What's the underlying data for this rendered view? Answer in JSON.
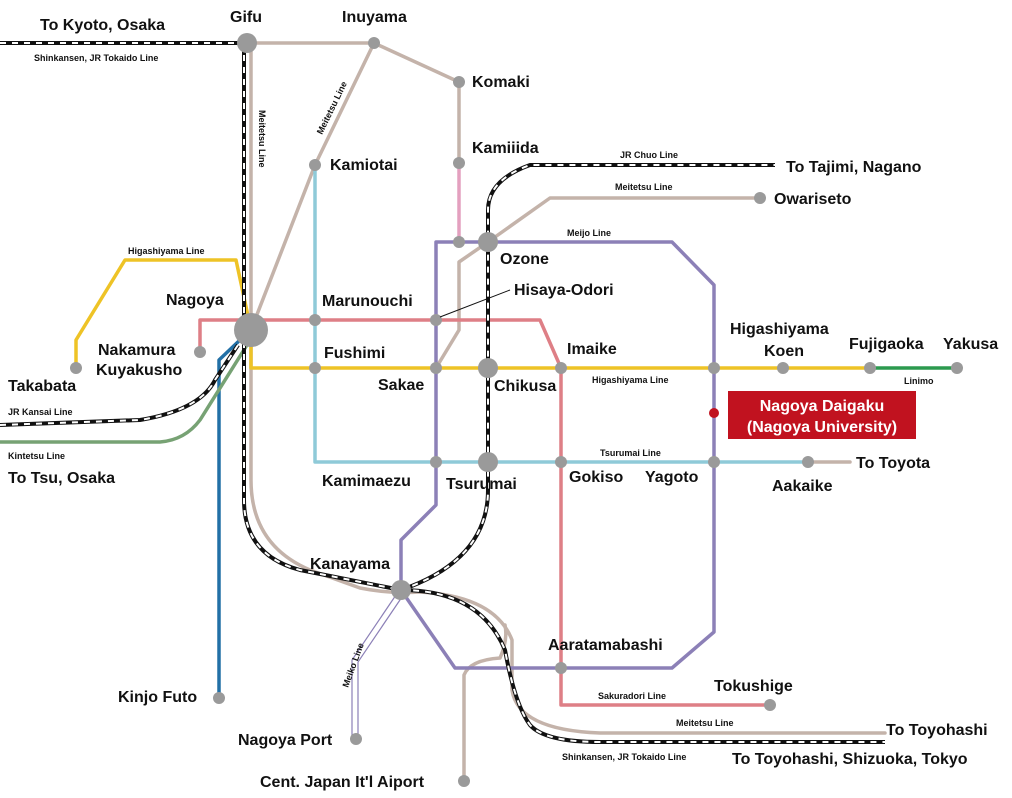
{
  "colors": {
    "meitetsu": "#c4b3aa",
    "higashiyama": "#eec326",
    "tsurumai": "#8fcad8",
    "meijo": "#8c80b7",
    "sakuradori": "#de7f86",
    "kintetsu": "#77a274",
    "aonami": "#2270a6",
    "limimo": "#2c9a4f",
    "komaki": "#e4a0bf",
    "jr": "#111111",
    "station": "#9a9a9a",
    "highlight_bg": "#c1121f",
    "highlight_dot": "#c1121f"
  },
  "stations": {
    "gifu": "Gifu",
    "inuyama": "Inuyama",
    "komaki": "Komaki",
    "kamiiida": "Kamiiida",
    "kamiotai": "Kamiotai",
    "to_kyoto": "To Kyoto, Osaka",
    "to_tajimi": "To Tajimi, Nagano",
    "owariseto": "Owariseto",
    "ozone": "Ozone",
    "hisaya": "Hisaya-Odori",
    "marunouchi": "Marunouchi",
    "nagoya": "Nagoya",
    "nakamura1": "Nakamura",
    "nakamura2": "Kuyakusho",
    "takabata": "Takabata",
    "fushimi": "Fushimi",
    "sakae": "Sakae",
    "chikusa": "Chikusa",
    "imaike": "Imaike",
    "higashiyama1": "Higashiyama",
    "higashiyama2": "Koen",
    "fujigaoka": "Fujigaoka",
    "yakusa": "Yakusa",
    "to_tsu": "To Tsu, Osaka",
    "kamimaezu": "Kamimaezu",
    "tsurumai": "Tsurumai",
    "gokiso": "Gokiso",
    "yagoto": "Yagoto",
    "aakaike": "Aakaike",
    "to_toyota": "To Toyota",
    "kanayama": "Kanayama",
    "aaratamabashi": "Aaratamabashi",
    "tokushige": "Tokushige",
    "kinjo": "Kinjo Futo",
    "nagoya_port": "Nagoya Port",
    "airport": "Cent. Japan It'l Aiport",
    "to_toyohashi": "To Toyohashi",
    "to_toyohashi_tokyo": "To Toyohashi, Shizuoka, Tokyo"
  },
  "lines": {
    "shinkansen_top": "Shinkansen, JR Tokaido Line",
    "meitetsu_vertical": "Meitetsu Line",
    "meitetsu_diag": "Meitetsu Line",
    "jr_chuo": "JR Chuo Line",
    "meitetsu_seto": "Meitetsu Line",
    "higashiyama_top": "Higashiyama Line",
    "meijo": "Meijo Line",
    "higashiyama_right": "Higashiyama Line",
    "limimo": "Linimo",
    "jr_kansai": "JR Kansai Line",
    "kintetsu": "Kintetsu Line",
    "tsurumai": "Tsurumai Line",
    "meiko": "Meiko Line",
    "sakuradori": "Sakuradori Line",
    "meitetsu_bottom": "Meitetsu Line",
    "shinkansen_bottom": "Shinkansen, JR Tokaido Line"
  },
  "highlight": {
    "line1": "Nagoya Daigaku",
    "line2": "(Nagoya University)"
  }
}
